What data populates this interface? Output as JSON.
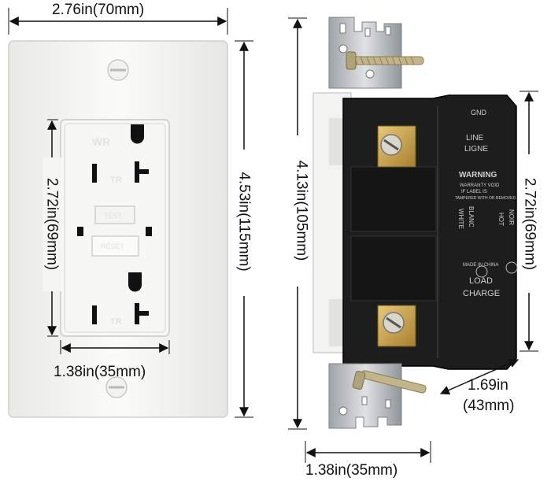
{
  "dimensions": {
    "plate_width": "2.76in(70mm)",
    "plate_height": "4.53in(115mm)",
    "face_height": "2.72in(69mm)",
    "face_width": "1.38in(35mm)",
    "device_height": "4.13in(105mm)",
    "side_body_height": "2.72in(69mm)",
    "depth_line1": "1.69in",
    "depth_line2": "(43mm)",
    "side_width": "1.38in(35mm)"
  },
  "labels": {
    "gnd": "GND",
    "line_en": "LINE",
    "line_fr": "LIGNE",
    "warning": "WARNING",
    "warning_small1": "WARRANTY VOID",
    "warning_small2": "IF LABEL IS",
    "warning_small3": "TAMPERED WITH OR REMOVED",
    "white": "WHITE",
    "blanc": "BLANC",
    "hot": "HOT",
    "noir": "NOIR",
    "made_in": "MADE IN CHINA",
    "load": "LOAD",
    "charge": "CHARGE",
    "test": "TEST",
    "reset": "RESET",
    "gfci_text": "WR",
    "tr_text": "TR"
  },
  "colors": {
    "plate": "#f4f4f2",
    "plate_edge": "#d8d8d5",
    "body_black": "#1b1b1b",
    "brass": "#c9a24a",
    "metal": "#b8bcc0"
  }
}
